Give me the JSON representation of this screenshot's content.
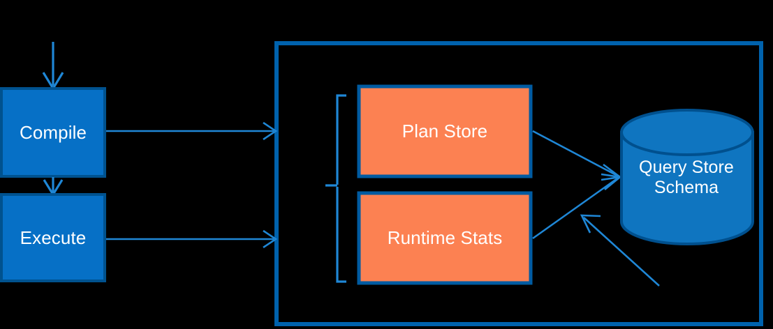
{
  "diagram": {
    "title": "Query Store architecture flow",
    "background_color": "#000000",
    "colors": {
      "process_fill": "#0670c6",
      "process_stroke": "#00528f",
      "store_fill": "#fc8152",
      "store_stroke": "#005ba1",
      "cylinder_fill": "#0f75c0",
      "cylinder_stroke": "#00508e",
      "connector": "#1f87d6",
      "container_stroke": "#0062ad",
      "label_text": "#ffffff"
    },
    "nodes": {
      "compile": {
        "label": "Compile",
        "shape": "rectangle"
      },
      "execute": {
        "label": "Execute",
        "shape": "rectangle"
      },
      "plan_store": {
        "label": "Plan Store",
        "shape": "rectangle"
      },
      "runtime_stats": {
        "label": "Runtime Stats",
        "shape": "rectangle"
      },
      "query_store_schema": {
        "label": "Query Store\nSchema",
        "shape": "cylinder"
      }
    },
    "container": {
      "label": "",
      "shape": "rectangle-outline"
    },
    "bracket": {
      "label": "",
      "shape": "left-brace"
    },
    "connectors": [
      {
        "name": "input-to-compile",
        "from": "input",
        "to": "compile",
        "arrow": true
      },
      {
        "name": "compile-to-execute",
        "from": "compile",
        "to": "execute",
        "arrow": true
      },
      {
        "name": "compile-to-container",
        "from": "compile",
        "to": "container",
        "arrow": true
      },
      {
        "name": "execute-to-container",
        "from": "execute",
        "to": "container",
        "arrow": true
      },
      {
        "name": "plan-store-to-schema",
        "from": "plan_store",
        "to": "query_store_schema",
        "arrow": true
      },
      {
        "name": "runtime-stats-to-schema",
        "from": "runtime_stats",
        "to": "query_store_schema",
        "arrow": true
      },
      {
        "name": "external-to-schema",
        "from": "external",
        "to": "query_store_schema",
        "arrow": true
      }
    ]
  }
}
